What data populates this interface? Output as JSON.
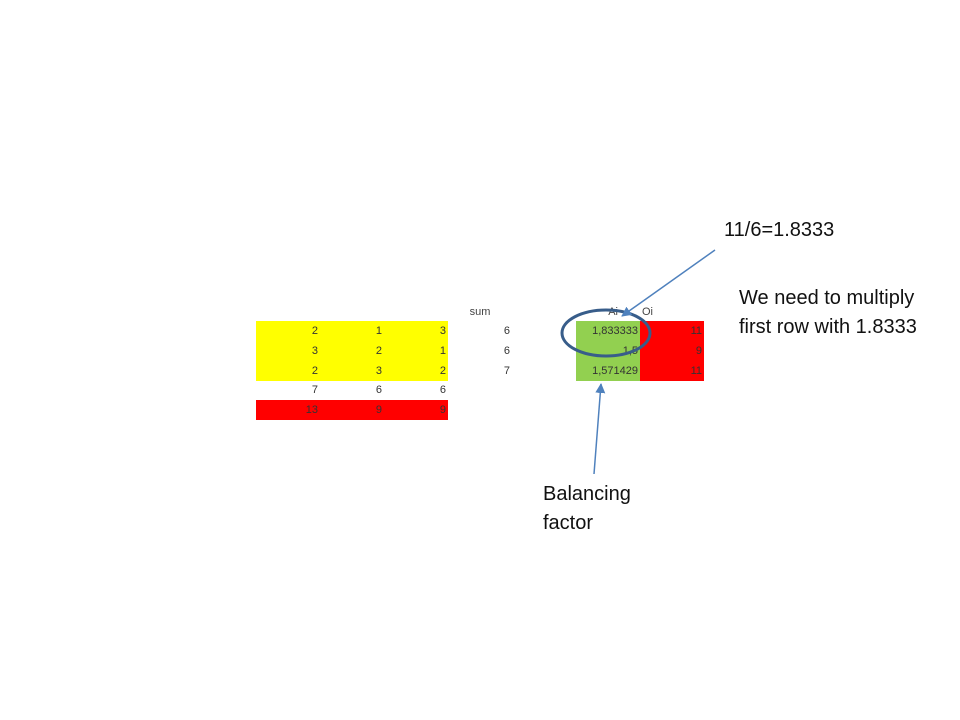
{
  "table": {
    "headers": {
      "sum": "sum",
      "ai": "Ai",
      "oi": "Oi"
    },
    "rows": [
      {
        "c1": "2",
        "c2": "1",
        "c3": "3",
        "sum": "6",
        "ai": "1,833333",
        "oi": "11"
      },
      {
        "c1": "3",
        "c2": "2",
        "c3": "1",
        "sum": "6",
        "ai": "1,5",
        "oi": "9"
      },
      {
        "c1": "2",
        "c2": "3",
        "c3": "2",
        "sum": "7",
        "ai": "1,571429",
        "oi": "11"
      }
    ],
    "column_sums": [
      "7",
      "6",
      "6"
    ],
    "targets": [
      "13",
      "9",
      "9"
    ]
  },
  "annotations": {
    "formula": "11/6=1.8333",
    "multiply_line1": "We need to multiply",
    "multiply_line2": "first row with 1.8333",
    "balancing_line1": "Balancing",
    "balancing_line2": "factor"
  },
  "colors": {
    "matrix": "#ffff00",
    "balancing": "#92d050",
    "target": "#ff0000",
    "arrow": "#4f81bd",
    "circle": "#385d8a"
  }
}
